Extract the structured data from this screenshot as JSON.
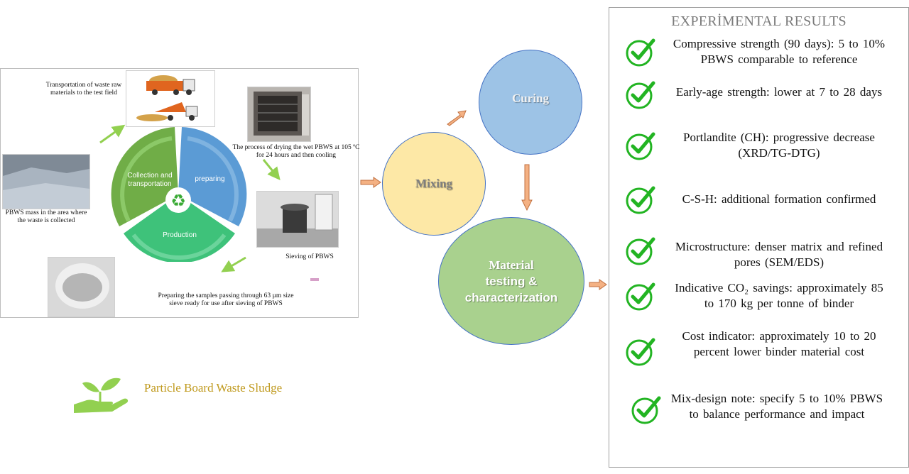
{
  "process": {
    "transport_label": "Transportation of waste raw materials to the test field",
    "drying_label": "The process of drying the wet PBWS at 105 ºC for 24 hours and then cooling",
    "mass_label": "PBWS mass in the area where the waste is collected",
    "sieving_label": "Sieving of PBWS",
    "samples_label": "Preparing the samples passing through 63 µm size sieve ready for use after sieving of PBWS",
    "cycle": {
      "collection": "Collection and transportation",
      "preparing": "preparing",
      "production": "Production"
    }
  },
  "flow": {
    "mixing": "Mixing",
    "curing": "Curing",
    "testing_line1": "Material",
    "testing_line2": "testing &",
    "testing_line3": "characterization"
  },
  "logo": {
    "label": "Particle Board Waste Sludge"
  },
  "results": {
    "title": "EXPERİMENTAL RESULTS",
    "items": [
      "Compressive strength (90 days): 5 to 10% PBWS comparable to reference",
      "Early-age strength: lower at 7 to 28 days",
      "Portlandite (CH): progressive decrease (XRD/TG-DTG)",
      "C-S-H: additional formation confirmed",
      "Microstructure: denser matrix and refined pores (SEM/EDS)",
      "Indicative CO₂ savings: approximately 85 to 170 kg per tonne of binder",
      "Cost indicator: approximately 10 to 20 percent lower binder material cost",
      "Mix-design note: specify 5 to 10% PBWS to balance performance and impact"
    ]
  },
  "colors": {
    "mixing": "#fde8a6",
    "curing": "#9dc3e6",
    "testing": "#a9d18e",
    "check": "#22b422",
    "arrow": "#f4b183",
    "cycle_green": "#70ad47",
    "cycle_blue": "#5b9bd5",
    "cycle_teal": "#3ec27a"
  }
}
